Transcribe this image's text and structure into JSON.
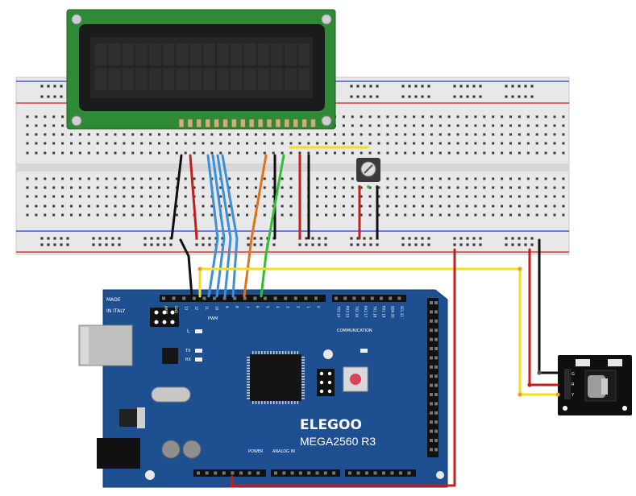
{
  "board": {
    "brand": "ELEGOO",
    "model": "MEGA2560 R3",
    "made_line1": "MADE",
    "made_line2": "IN ITALY",
    "pwm_label": "PWM",
    "communication_label": "COMMUNICATION",
    "power_label": "POWER",
    "analog_label": "ANALOG IN",
    "led_l": "L",
    "led_tx": "TX",
    "led_rx": "RX",
    "top_pins": [
      "AREF",
      "GND",
      "13",
      "12",
      "11",
      "10",
      "9",
      "8",
      "7",
      "6",
      "5",
      "4",
      "3",
      "2",
      "1",
      "0"
    ],
    "comm_pins": [
      "TX3 14",
      "RX3 15",
      "TX2 16",
      "RX2 17",
      "TX1 18",
      "RX1 19",
      "SDA 20",
      "SCL 21"
    ]
  },
  "sensor": {
    "pins": [
      "G",
      "R",
      "Y"
    ]
  },
  "colors": {
    "board": "#1d4f91",
    "lcd_pcb": "#2f8a36",
    "lcd_screen": "#1b1b1b",
    "wire_black": "#111111",
    "wire_red": "#c41e1e",
    "wire_blue": "#3f8fd6",
    "wire_orange": "#e0731c",
    "wire_green": "#2fbf2f",
    "wire_yellow": "#f2e01e"
  }
}
